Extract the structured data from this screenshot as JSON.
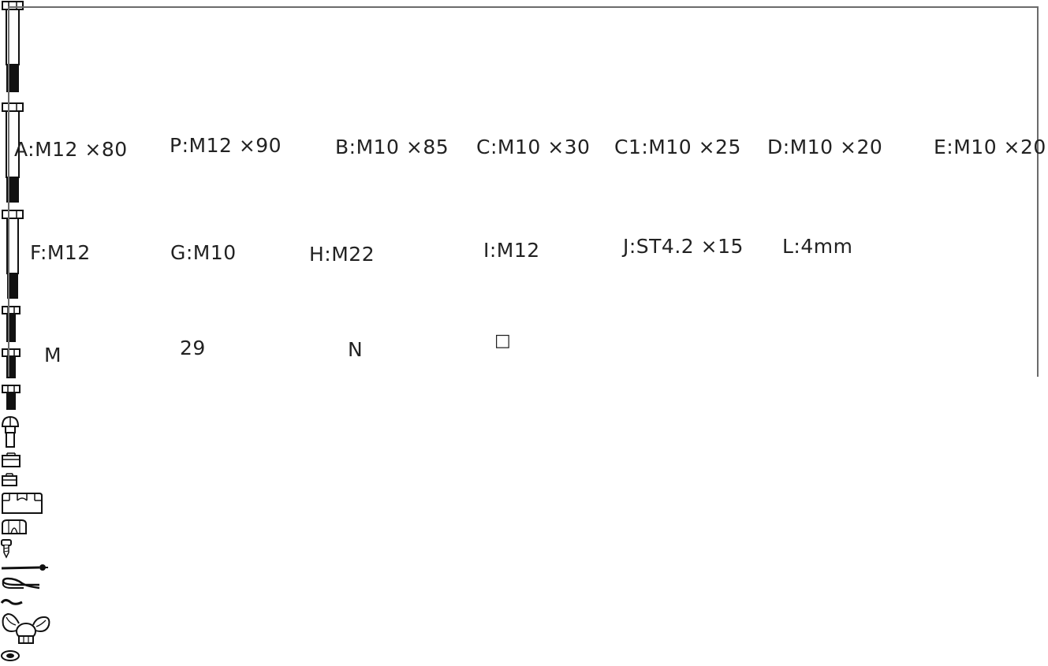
{
  "parts": {
    "A": "A:M12 ×80",
    "P": "P:M12 ×90",
    "B": "B:M10 ×85",
    "C": "C:M10 ×30",
    "C1": "C1:M10 ×25",
    "D": "D:M10 ×20",
    "E": "E:M10 ×20",
    "F": "F:M12",
    "G": "G:M10",
    "H": "H:M22",
    "I": "I:M12",
    "J": "J:ST4.2 ×15",
    "L": "L:4mm",
    "M": "M",
    "n29": "29",
    "N": "N",
    "box": "□"
  },
  "icons": {
    "A": "long-bolt-icon",
    "P": "long-bolt-icon",
    "B": "long-bolt-icon",
    "C": "short-bolt-icon",
    "C1": "short-bolt-icon",
    "D": "short-bolt-icon",
    "E": "carriage-bolt-icon",
    "F": "nut-icon",
    "G": "nut-icon",
    "H": "large-nut-icon",
    "I": "dome-nut-icon",
    "J": "screw-icon",
    "L": "pin-icon",
    "M": "r-clip-icon",
    "n29": "spring-clip-icon",
    "N": "wing-nut-icon",
    "box": "small-nut-icon"
  },
  "colors": {
    "ink": "#1a1a1a",
    "frame": "#6b6b6b"
  }
}
